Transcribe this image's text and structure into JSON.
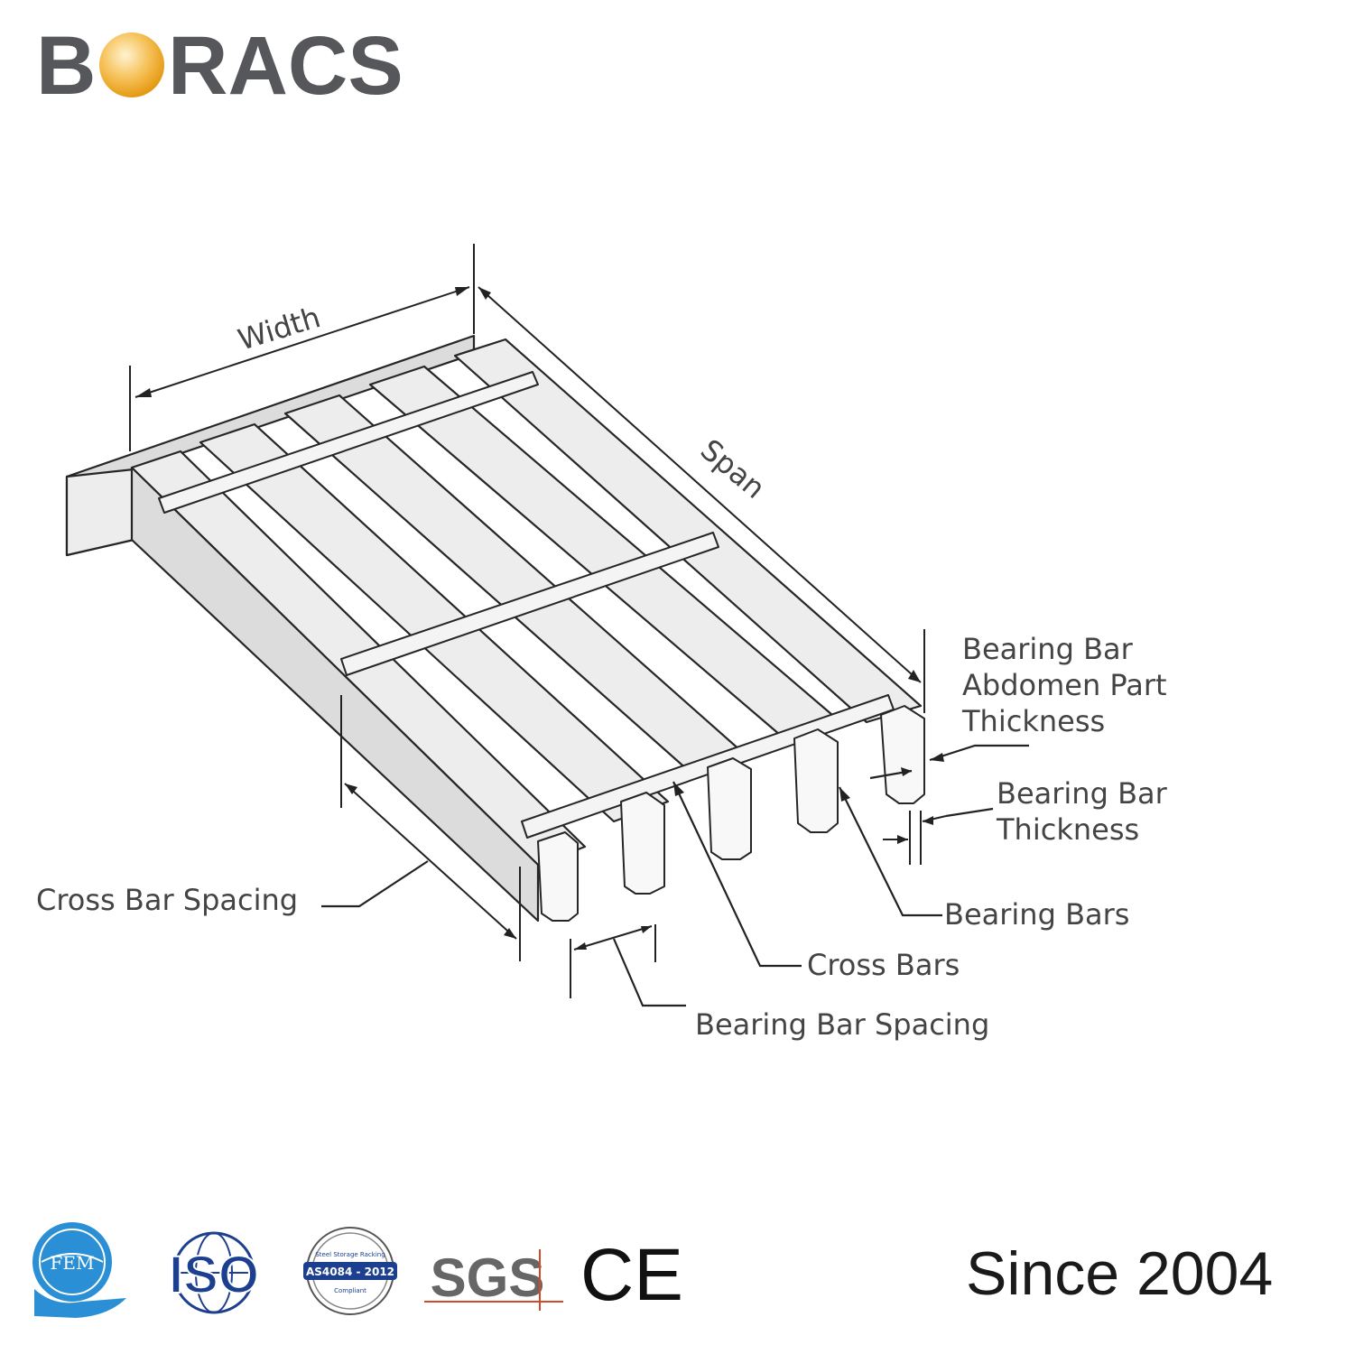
{
  "brand": {
    "name": "BORACS",
    "text_color": "#55575a",
    "orb_color": "#f2a826"
  },
  "diagram": {
    "labels": {
      "width": "Width",
      "span": "Span",
      "abdomen_line1": "Bearing Bar",
      "abdomen_line2": "Abdomen Part",
      "abdomen_line3": "Thickness",
      "thickness_line1": "Bearing Bar",
      "thickness_line2": "Thickness",
      "bearing_bars": "Bearing Bars",
      "cross_bars": "Cross Bars",
      "cross_bar_spacing": "Cross Bar Spacing",
      "bearing_bar_spacing": "Bearing Bar Spacing"
    }
  },
  "certifications": {
    "fem": "FEM",
    "iso": "ISO",
    "as4084_top": "Steel Storage Racking",
    "as4084_main": "AS4084 - 2012",
    "as4084_bottom": "Compliant",
    "sgs": "SGS",
    "ce": "CE",
    "fem_color": "#2a8fd4",
    "iso_color": "#1d3f8f"
  },
  "tagline": "Since 2004"
}
